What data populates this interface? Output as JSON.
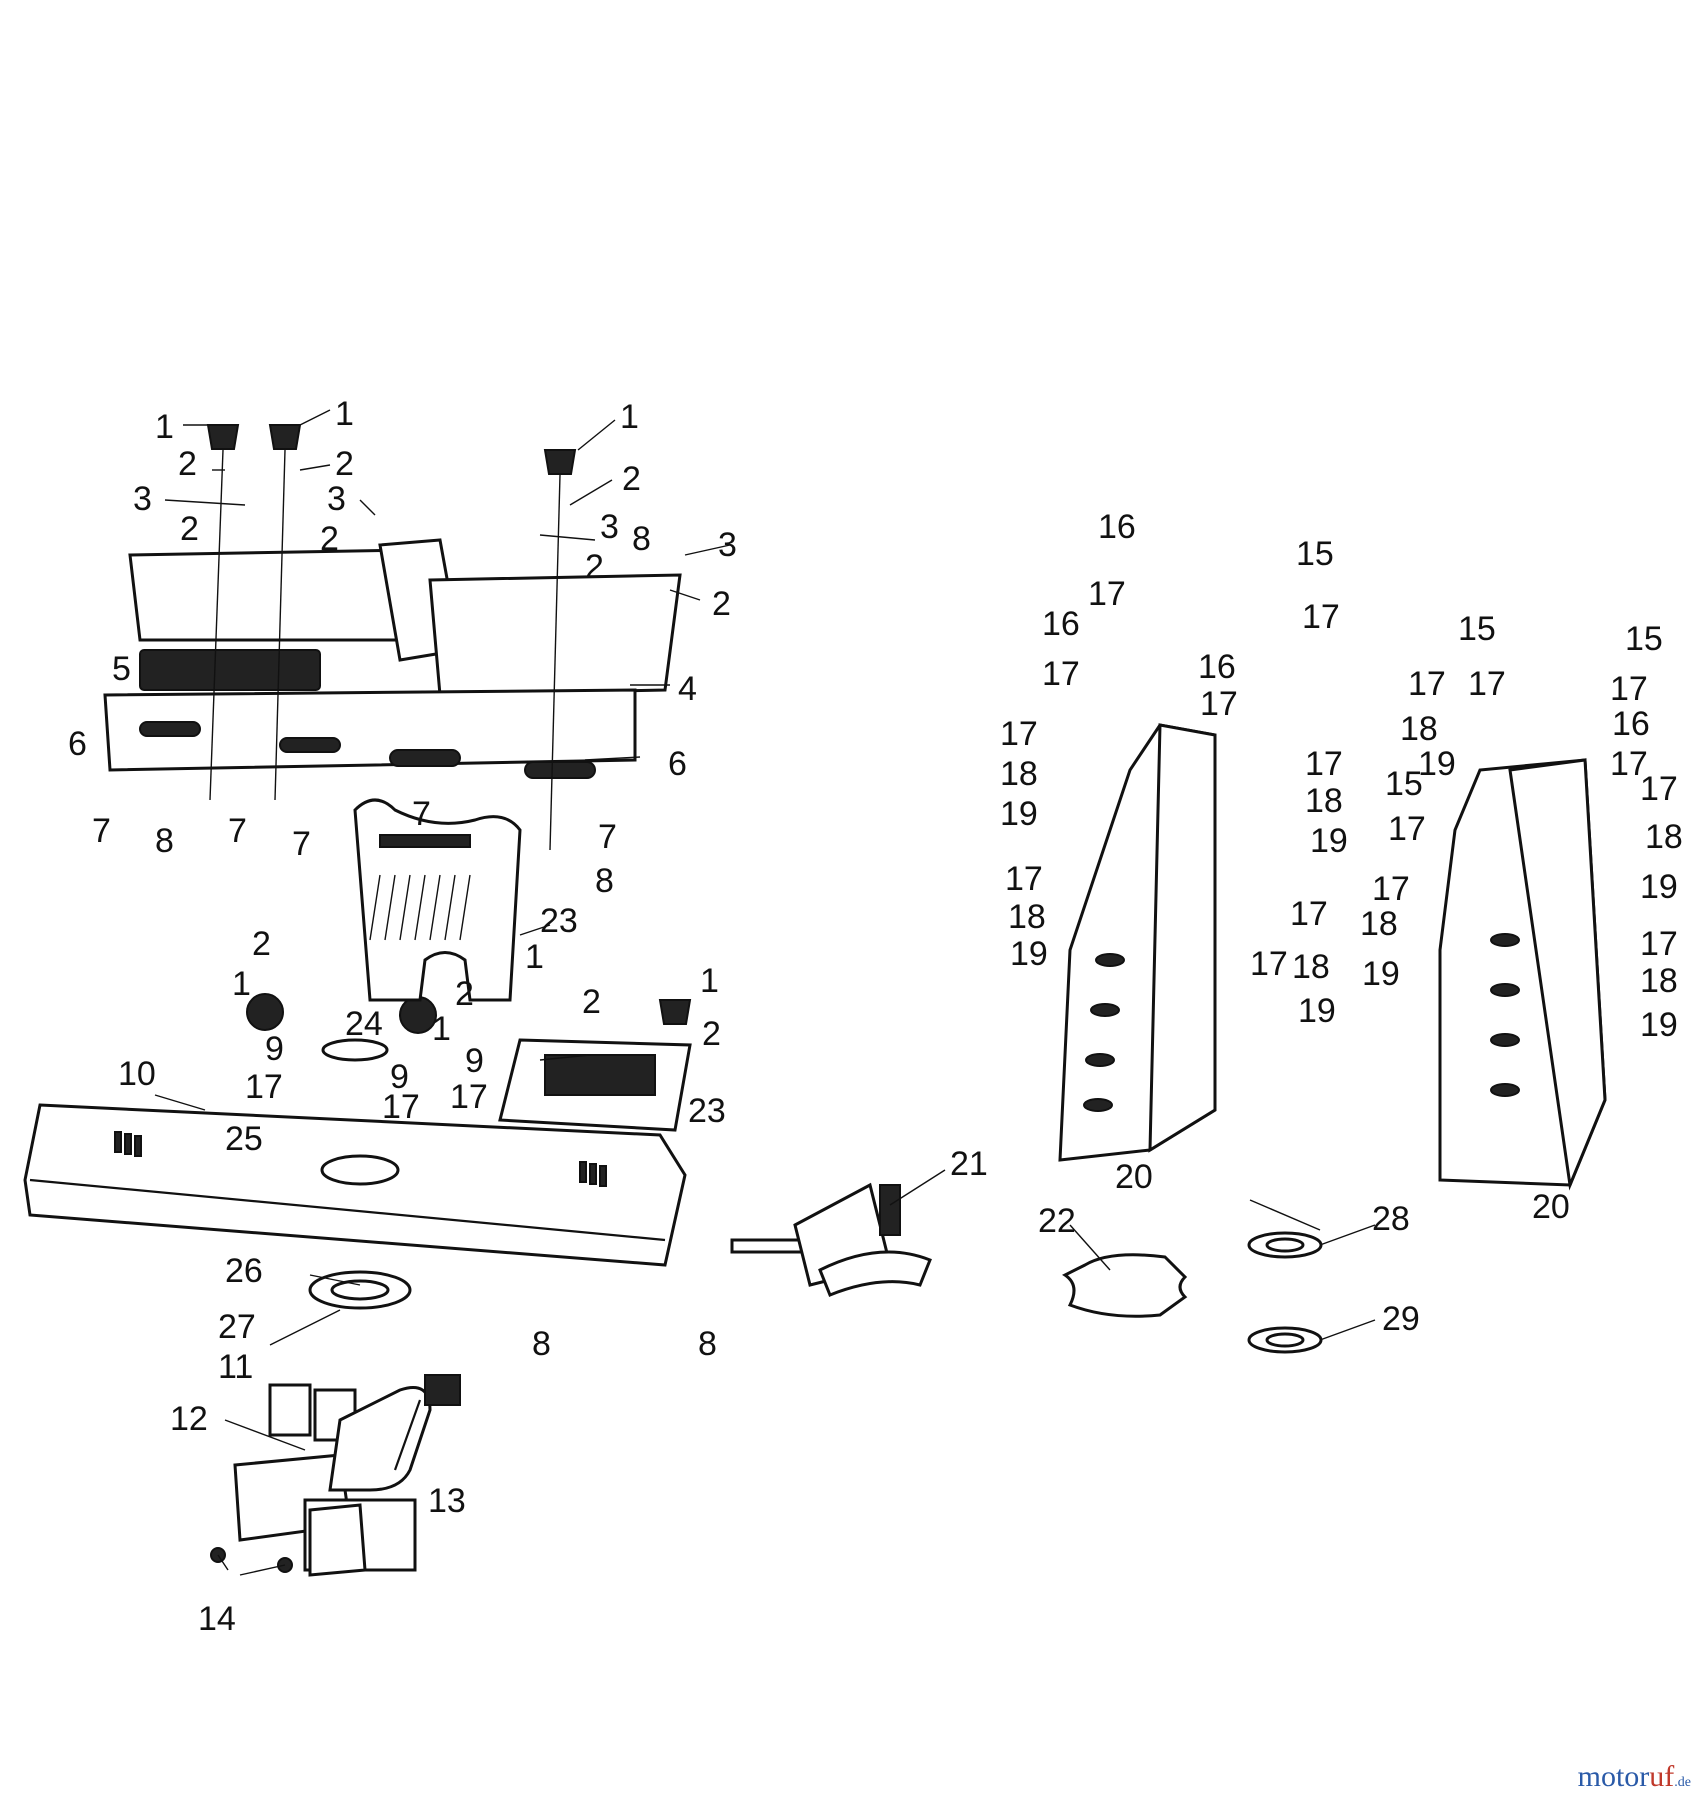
{
  "callouts": {
    "c1a": "1",
    "c1b": "1",
    "c1c": "1",
    "c1d": "1",
    "c1e": "1",
    "c1f": "1",
    "c1g": "1",
    "c2a": "2",
    "c2b": "2",
    "c2c": "2",
    "c2d": "2",
    "c2e": "2",
    "c2f": "2",
    "c2g": "2",
    "c2h": "2",
    "c2i": "2",
    "c2j": "2",
    "c2k": "2",
    "c3a": "3",
    "c3b": "3",
    "c3c": "3",
    "c3d": "3",
    "c4": "4",
    "c5": "5",
    "c6a": "6",
    "c6b": "6",
    "c7a": "7",
    "c7b": "7",
    "c7c": "7",
    "c7d": "7",
    "c7e": "7",
    "c8a": "8",
    "c8b": "8",
    "c8c": "8",
    "c8d": "8",
    "c8e": "8",
    "c9a": "9",
    "c9b": "9",
    "c9c": "9",
    "c10": "10",
    "c11": "11",
    "c12": "12",
    "c13": "13",
    "c14": "14",
    "c15a": "15",
    "c15b": "15",
    "c15c": "15",
    "c15d": "15",
    "c16a": "16",
    "c16b": "16",
    "c16c": "16",
    "c16d": "16",
    "c17a": "17",
    "c17b": "17",
    "c17c": "17",
    "c17d": "17",
    "c17e": "17",
    "c17f": "17",
    "c17g": "17",
    "c17h": "17",
    "c17i": "17",
    "c17j": "17",
    "c17k": "17",
    "c17l": "17",
    "c17m": "17",
    "c17n": "17",
    "c17o": "17",
    "c17p": "17",
    "c17q": "17",
    "c17r": "17",
    "c17s": "17",
    "c17t": "17",
    "c18a": "18",
    "c18b": "18",
    "c18c": "18",
    "c18d": "18",
    "c18e": "18",
    "c18f": "18",
    "c18g": "18",
    "c18h": "18",
    "c19a": "19",
    "c19b": "19",
    "c19c": "19",
    "c19d": "19",
    "c19e": "19",
    "c19f": "19",
    "c19g": "19",
    "c19h": "19",
    "c20a": "20",
    "c20b": "20",
    "c21": "21",
    "c22": "22",
    "c23a": "23",
    "c23b": "23",
    "c24": "24",
    "c25": "25",
    "c26": "26",
    "c27": "27",
    "c28": "28",
    "c29": "29"
  },
  "watermark": {
    "part1": "motor",
    "part2": "uf",
    "part3": ".de"
  }
}
